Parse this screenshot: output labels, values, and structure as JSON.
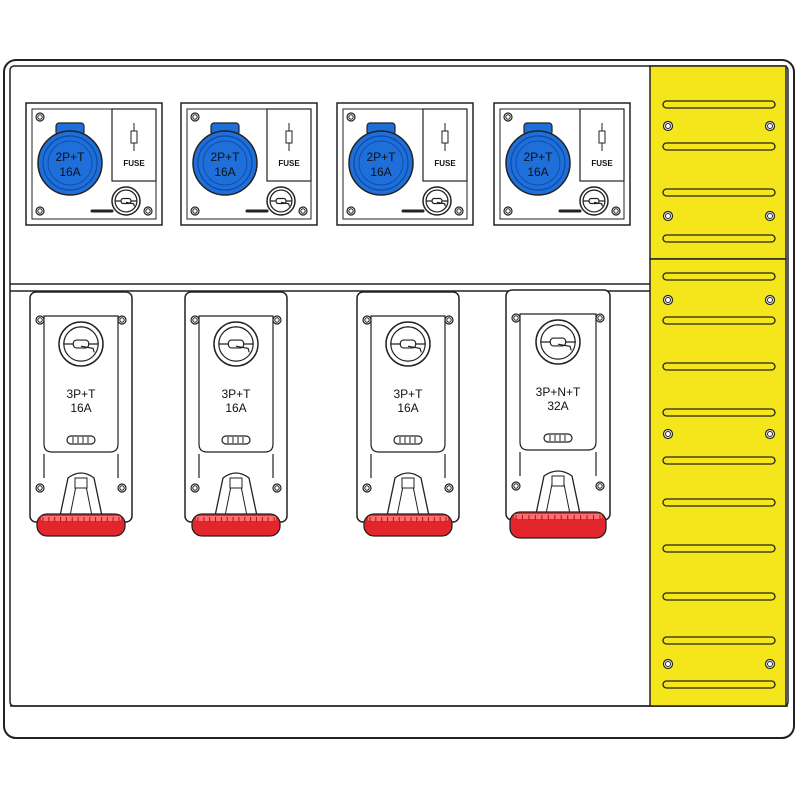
{
  "colors": {
    "outline": "#222222",
    "panel_fill": "#ffffff",
    "rail_yellow": "#f4e61a",
    "socket_blue": "#1e6fd9",
    "socket_blue_dark": "#0d4aa8",
    "socket_red": "#e3262b",
    "socket_red_dark": "#b31014"
  },
  "top_units": [
    {
      "label_line1": "2P+T",
      "label_line2": "16A",
      "fuse_label": "FUSE"
    },
    {
      "label_line1": "2P+T",
      "label_line2": "16A",
      "fuse_label": "FUSE"
    },
    {
      "label_line1": "2P+T",
      "label_line2": "16A",
      "fuse_label": "FUSE"
    },
    {
      "label_line1": "2P+T",
      "label_line2": "16A",
      "fuse_label": "FUSE"
    }
  ],
  "bottom_units": [
    {
      "label_line1": "3P+T",
      "label_line2": "16A"
    },
    {
      "label_line1": "3P+T",
      "label_line2": "16A"
    },
    {
      "label_line1": "3P+T",
      "label_line2": "16A"
    },
    {
      "label_line1": "3P+N+T",
      "label_line2": "32A"
    }
  ],
  "icons": {
    "top_socket": "blue-socket-icon",
    "fuse": "fuse-icon",
    "selector": "rotary-switch-icon",
    "bottom_socket": "red-socket-icon",
    "rail_slot": "rail-slot-icon",
    "screw": "screw-icon"
  }
}
